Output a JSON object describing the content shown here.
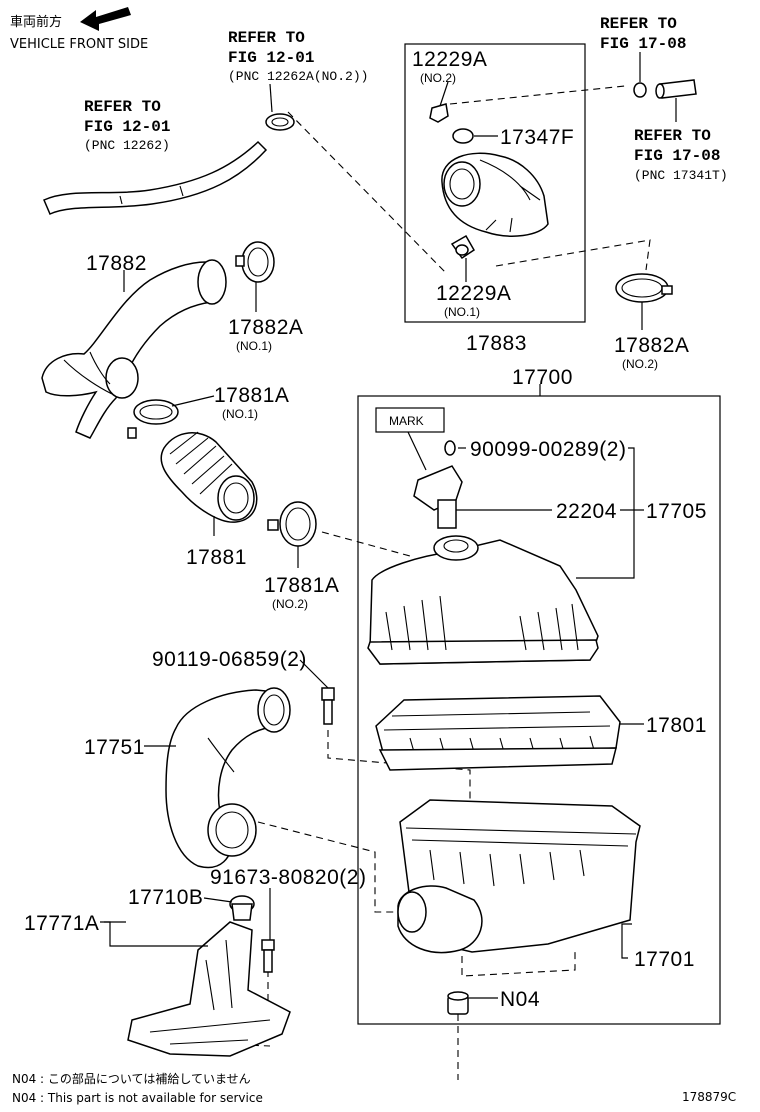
{
  "header": {
    "front_jp": "車両前方",
    "front_en": "VEHICLE FRONT SIDE"
  },
  "refs": [
    {
      "id": "ref-fig-12-01-a",
      "l1": "REFER TO",
      "l2": "FIG 12-01",
      "l3": "(PNC 12262)"
    },
    {
      "id": "ref-fig-12-01-b",
      "l1": "REFER TO",
      "l2": "FIG 12-01",
      "l3": "(PNC 12262A(NO.2))"
    },
    {
      "id": "ref-fig-17-08-a",
      "l1": "REFER TO",
      "l2": "FIG 17-08"
    },
    {
      "id": "ref-fig-17-08-b",
      "l1": "REFER TO",
      "l2": "FIG 17-08",
      "l3": "(PNC 17341T)"
    }
  ],
  "parts": {
    "p12229A_no2": {
      "num": "12229A",
      "sub": "(NO.2)"
    },
    "p17347F": {
      "num": "17347F"
    },
    "p12229A_no1": {
      "num": "12229A",
      "sub": "(NO.1)"
    },
    "p17883": {
      "num": "17883"
    },
    "p17882": {
      "num": "17882"
    },
    "p17882A_no1": {
      "num": "17882A",
      "sub": "(NO.1)"
    },
    "p17882A_no2": {
      "num": "17882A",
      "sub": "(NO.2)"
    },
    "p17881A_no1": {
      "num": "17881A",
      "sub": "(NO.1)"
    },
    "p17881": {
      "num": "17881"
    },
    "p17881A_no2": {
      "num": "17881A",
      "sub": "(NO.2)"
    },
    "p17700": {
      "num": "17700"
    },
    "mark": {
      "num": "MARK"
    },
    "p90099": {
      "num": "90099-00289(2)"
    },
    "p22204": {
      "num": "22204"
    },
    "p17705": {
      "num": "17705"
    },
    "p90119": {
      "num": "90119-06859(2)"
    },
    "p17751": {
      "num": "17751"
    },
    "p17801": {
      "num": "17801"
    },
    "p91673": {
      "num": "91673-80820(2)"
    },
    "p17710B": {
      "num": "17710B"
    },
    "p17771A": {
      "num": "17771A"
    },
    "p17701": {
      "num": "17701"
    },
    "pN04": {
      "num": "N04"
    }
  },
  "notes": {
    "jp": "N04 : この部品については補給していません",
    "en": "N04 : This part is not available for service"
  },
  "figure_code": "178879C"
}
